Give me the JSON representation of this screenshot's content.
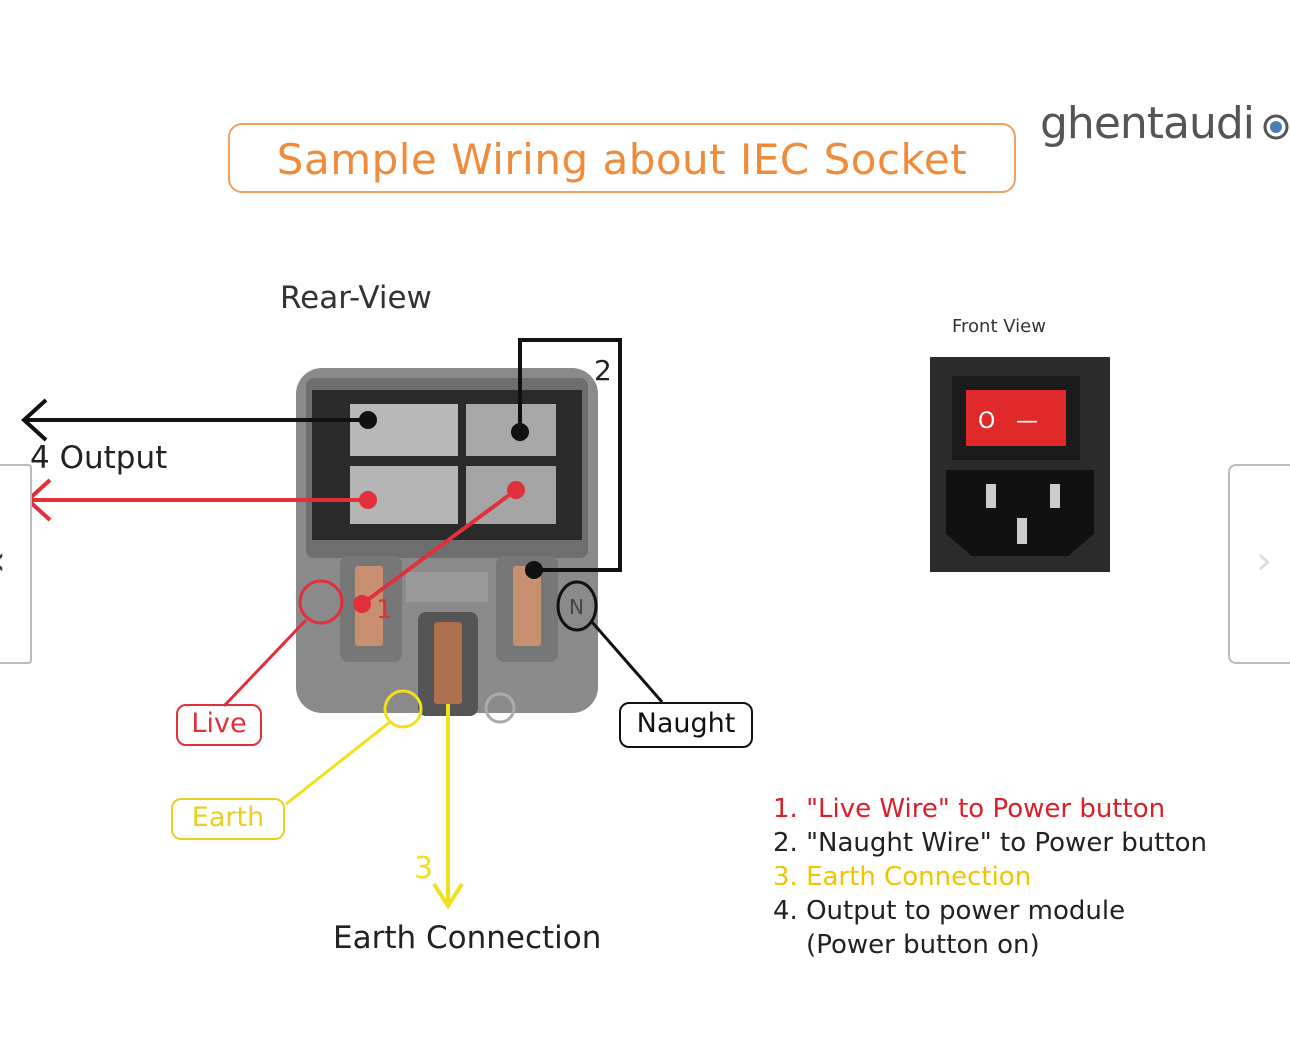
{
  "title": "Sample Wiring about IEC Socket",
  "logo": {
    "text": "ghentaudi",
    "icon": "speaker-dot-icon"
  },
  "rear_view_label": "Rear-View",
  "front_view_label": "Front View",
  "output_label": "4 Output",
  "earth_connection_label": "Earth Connection",
  "callouts": {
    "one": "1",
    "two": "2",
    "three": "3",
    "n": "N"
  },
  "tags": {
    "live": "Live",
    "earth": "Earth",
    "naught": "Naught"
  },
  "legend": [
    {
      "text": "1. \"Live Wire\" to Power button",
      "color": "#d8202a"
    },
    {
      "text": "2. \"Naught Wire\" to Power button",
      "color": "#222222"
    },
    {
      "text": "3. Earth Connection",
      "color": "#f0c400"
    },
    {
      "text": "4. Output to power module",
      "color": "#222222"
    },
    {
      "text": "    (Power button on)",
      "color": "#222222"
    }
  ],
  "switch": {
    "off_symbol": "O",
    "on_symbol": "—"
  },
  "colors": {
    "live": "#e0303a",
    "earth": "#f0e020",
    "naught": "#111111",
    "title": "#ef8b3a"
  }
}
